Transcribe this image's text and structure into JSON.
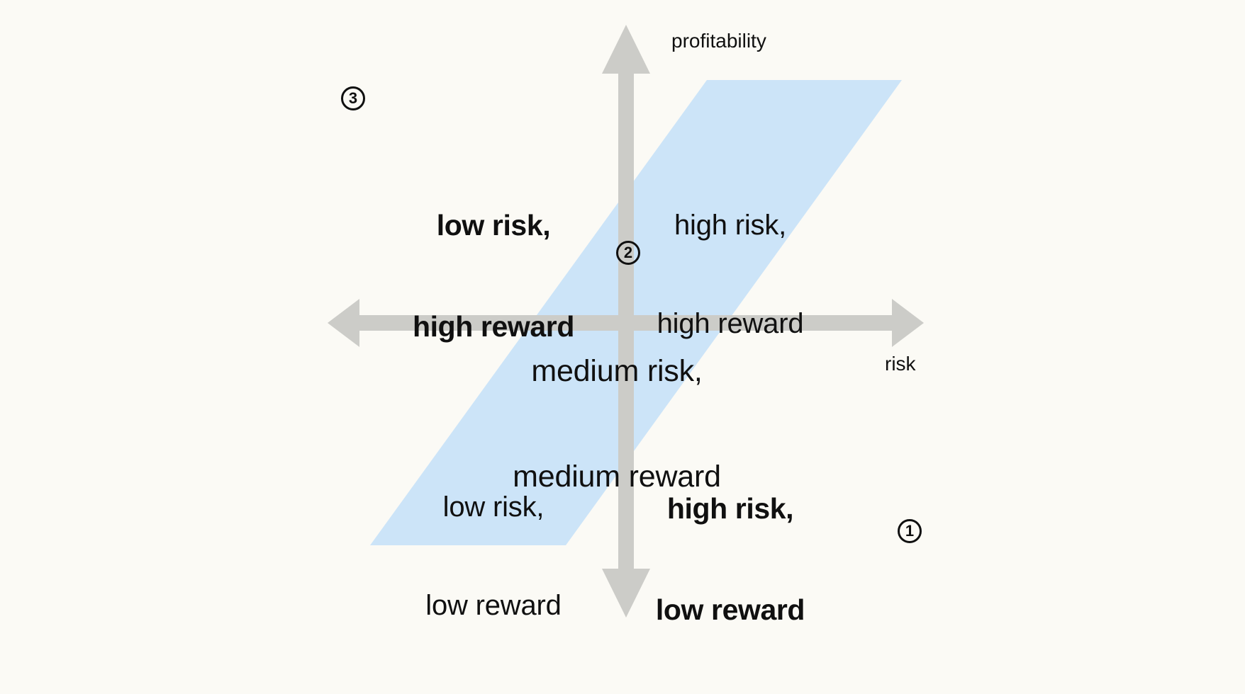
{
  "diagram": {
    "title": "risk vs profitability matrix",
    "background_color": "#fbfaf5",
    "axis_color": "#ccccc8",
    "band_color": "#cce4f8",
    "text_color": "#101010"
  },
  "axes": {
    "vertical": {
      "label": "profitability",
      "direction": "up",
      "icon": "arrow-up-icon"
    },
    "horizontal": {
      "label": "risk",
      "direction": "right",
      "icon": "arrow-right-icon"
    }
  },
  "quadrants": [
    {
      "id": "low-risk-high-reward",
      "position": "top-left",
      "line1": "low risk,",
      "line2": "high reward",
      "emphasis": "bold"
    },
    {
      "id": "high-risk-high-reward",
      "position": "top-right",
      "line1": "high risk,",
      "line2": "high reward",
      "emphasis": "normal"
    },
    {
      "id": "low-risk-low-reward",
      "position": "bottom-left",
      "line1": "low risk,",
      "line2": "low reward",
      "emphasis": "normal"
    },
    {
      "id": "high-risk-low-reward",
      "position": "bottom-right",
      "line1": "high risk,",
      "line2": "low reward",
      "emphasis": "bold"
    }
  ],
  "band": {
    "id": "medium-risk-medium-reward",
    "line1": "medium risk,",
    "line2": "medium reward",
    "fill": "#cce4f8",
    "shape": "parallelogram",
    "orientation": "diagonal-ascending"
  },
  "markers": [
    {
      "id": "marker-1",
      "label": "1",
      "near": "high-risk-low-reward"
    },
    {
      "id": "marker-2",
      "label": "2",
      "near": "medium-risk-medium-reward"
    },
    {
      "id": "marker-3",
      "label": "3",
      "near": "low-risk-high-reward"
    }
  ]
}
